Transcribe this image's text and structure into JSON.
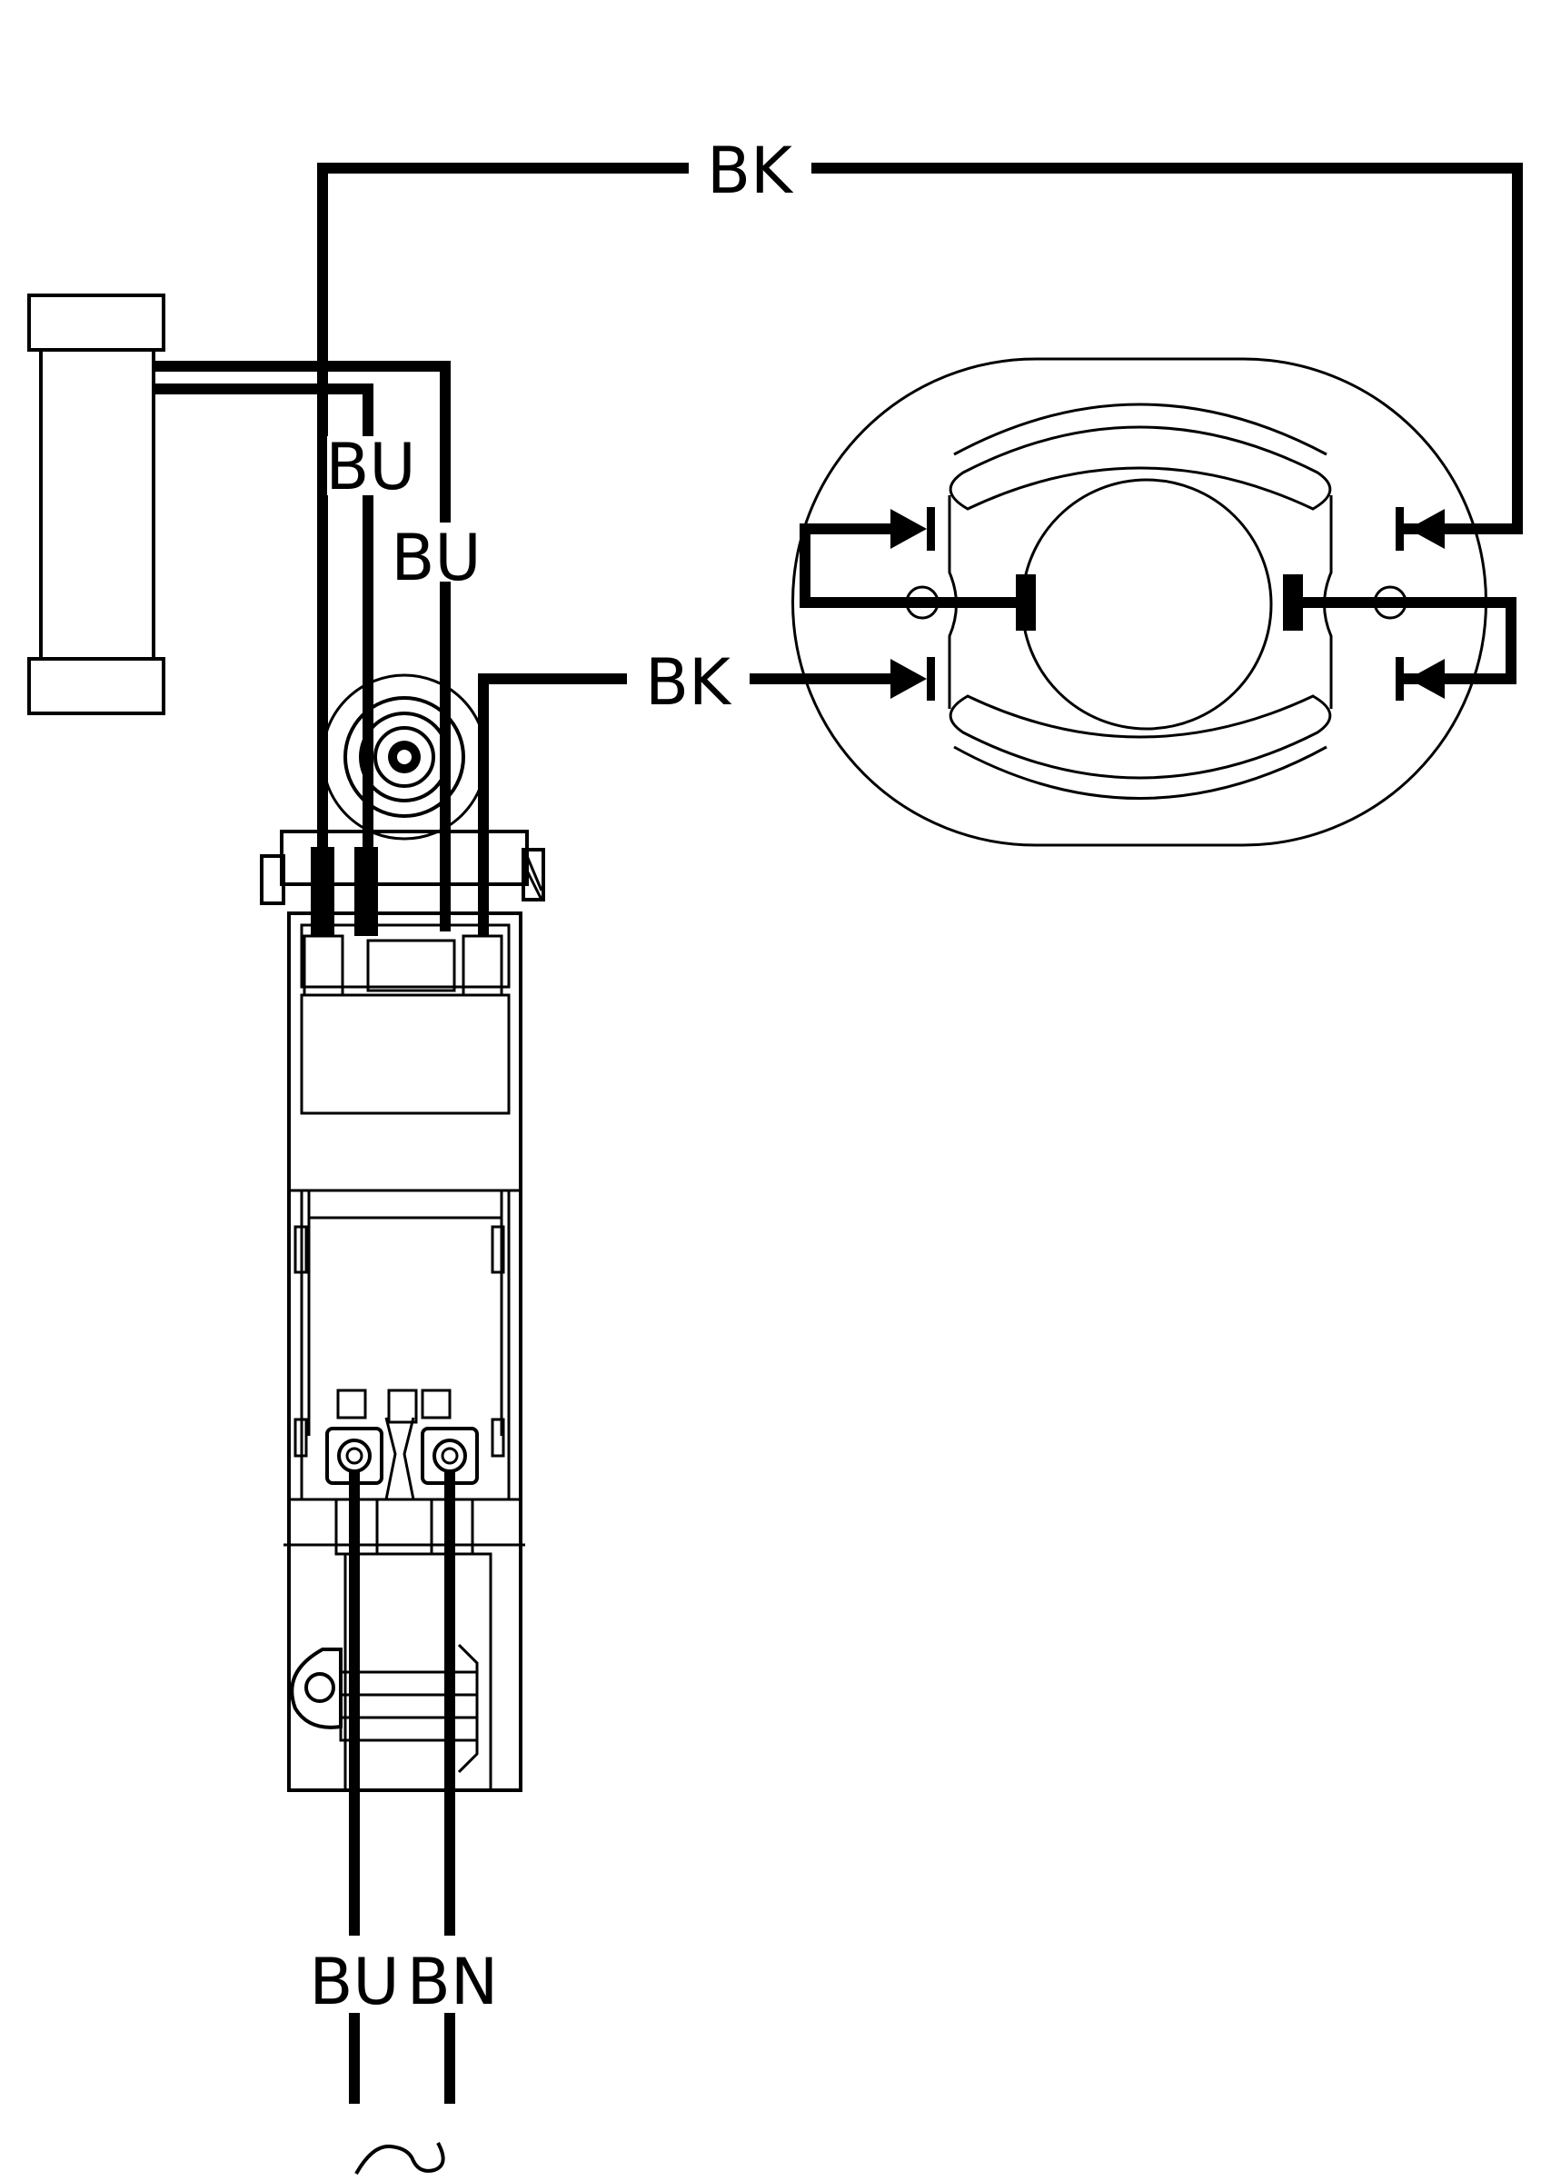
{
  "labels": {
    "top_bk": "BK",
    "mid_bk": "BK",
    "bu_left": "BU",
    "bu_right": "BU",
    "bottom_bu": "BU",
    "bottom_bn": "BN"
  },
  "components": {
    "capacitor": "capacitor-icon",
    "motor": "motor-stator-icon",
    "switch": "switch-housing-icon",
    "ac_supply": "ac-supply-symbol"
  }
}
